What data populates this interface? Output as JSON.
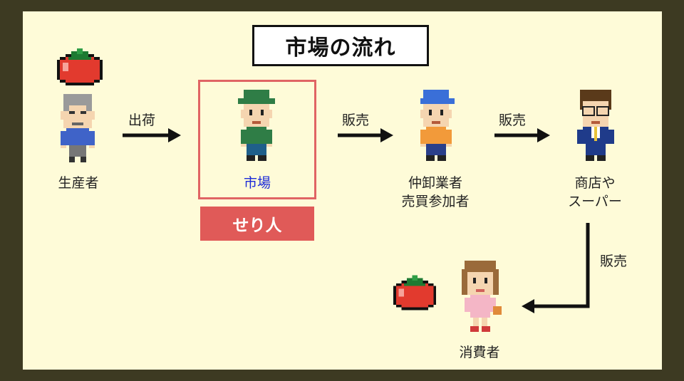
{
  "title": "市場の流れ",
  "nodes": {
    "producer": "生産者",
    "market": "市場",
    "wholesaler_line1": "仲卸業者",
    "wholesaler_line2": "売買参加者",
    "store_line1": "商店や",
    "store_line2": "スーパー",
    "consumer": "消費者"
  },
  "edges": {
    "shipping": "出荷",
    "sale1": "販売",
    "sale2": "販売",
    "sale3": "販売"
  },
  "auctioneer_badge": "せり人",
  "icons": [
    "tomato-icon",
    "farmer-icon",
    "market-worker-icon",
    "wholesaler-icon",
    "shopkeeper-icon",
    "consumer-icon"
  ],
  "colors": {
    "background": "#fefbd8",
    "frame": "#3d3a22",
    "market_border": "#e06464",
    "badge": "#e05a58",
    "market_label": "#1b2ad8"
  }
}
